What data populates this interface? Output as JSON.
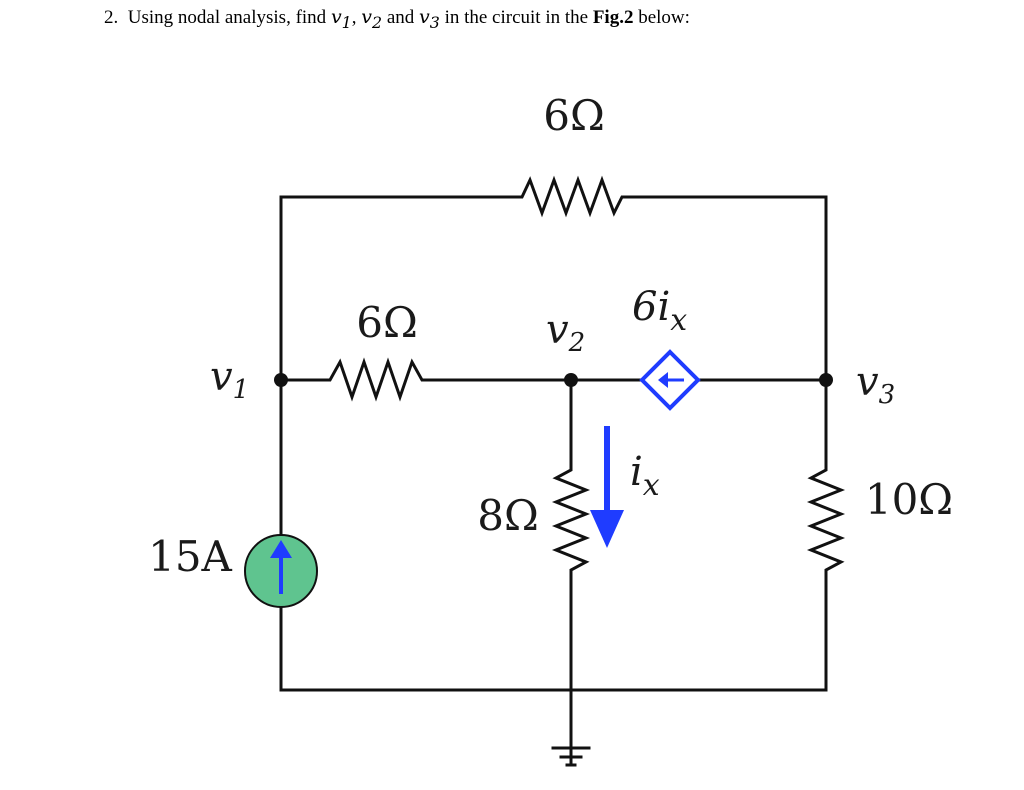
{
  "question": {
    "number": "2.",
    "text_before": "Using nodal analysis, find",
    "v1": "v",
    "v1_sub": "1",
    "sep1": ",",
    "v2": "v",
    "v2_sub": "2",
    "and": "and",
    "v3": "v",
    "v3_sub": "3",
    "text_mid": "in the circuit in the",
    "fig": "Fig.2",
    "text_after": "below:"
  },
  "circuit": {
    "top_resistor": "6Ω",
    "middle_resistor": "6Ω",
    "resistor_8": "8Ω",
    "resistor_10": "10Ω",
    "current_source": "15A",
    "dependent_source": "6i",
    "dependent_source_sub": "x",
    "current_label": "i",
    "current_label_sub": "x",
    "node1": "v",
    "node1_sub": "1",
    "node2": "v",
    "node2_sub": "2",
    "node3": "v",
    "node3_sub": "3",
    "colors": {
      "wire": "#111111",
      "source_fill": "#5fc48f",
      "arrow": "#1f3cff"
    }
  }
}
